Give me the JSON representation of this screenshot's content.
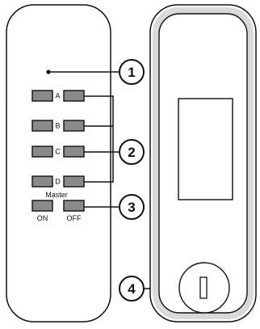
{
  "front": {
    "buttons": [
      {
        "letter": "A"
      },
      {
        "letter": "B"
      },
      {
        "letter": "C"
      },
      {
        "letter": "D"
      }
    ],
    "master": {
      "label": "Master",
      "on_label": "ON",
      "off_label": "OFF"
    }
  },
  "callouts": [
    "1",
    "2",
    "3",
    "4"
  ],
  "colors": {
    "button_fill": "#8a8a8a",
    "outline": "#111111",
    "case_fill": "#ffffff",
    "back_edge": "#d9d9d9"
  },
  "icons": [
    "led-indicator-icon",
    "battery-compartment-icon"
  ]
}
